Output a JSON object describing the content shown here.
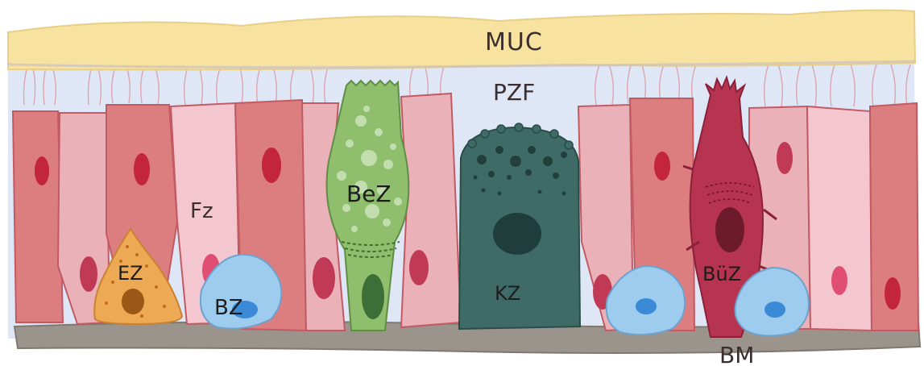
{
  "labels": {
    "muc": "MUC",
    "pzf": "PZF",
    "fz": "Fz",
    "bez": "BeZ",
    "ez": "EZ",
    "bz": "BZ",
    "kz": "KZ",
    "buz": "BüZ",
    "bm": "BM"
  },
  "colors": {
    "mucus": "#f7e2a0",
    "periciliary": "#dfe7f7",
    "basement": "#9b948c",
    "cell_red": "#dc7d80",
    "cell_pink": "#ebb1b8",
    "cell_light": "#f4c6cf",
    "goblet": "#8fbe6c",
    "club": "#3e6b66",
    "brush": "#b63450",
    "neuroendocrine": "#eea955",
    "basal": "#9dccef"
  }
}
